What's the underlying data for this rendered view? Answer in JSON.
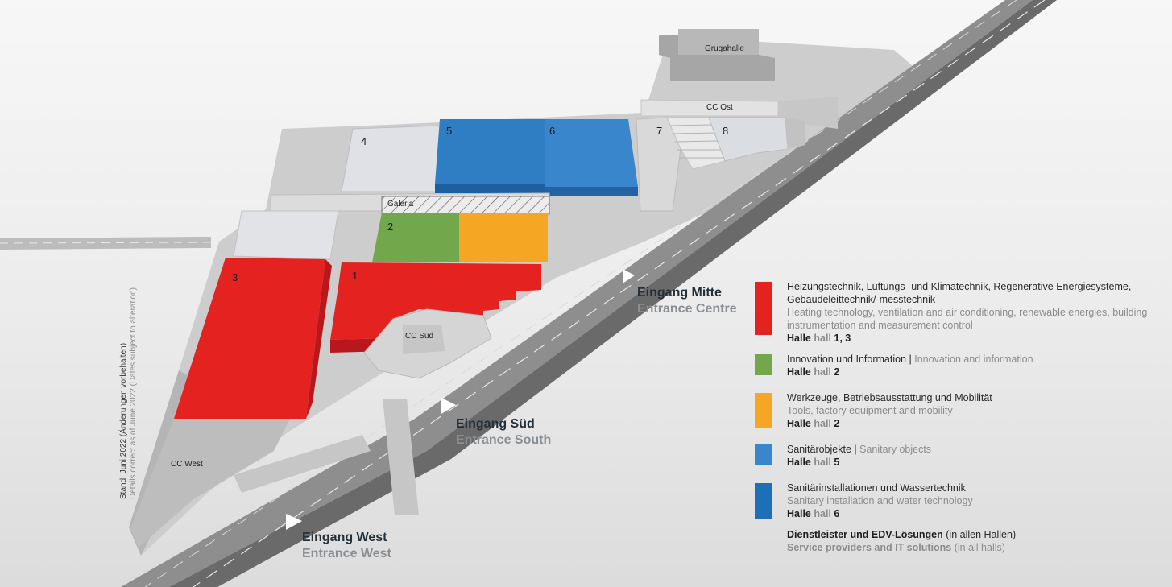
{
  "map": {
    "halls": {
      "hall_1": "1",
      "hall_2": "2",
      "hall_3": "3",
      "hall_4": "4",
      "hall_5": "5",
      "hall_6": "6",
      "hall_7": "7",
      "hall_8": "8"
    },
    "buildings": {
      "grugahalle": "Grugahalle",
      "cc_ost": "CC Ost",
      "cc_sued": "CC Süd",
      "cc_west": "CC West",
      "galeria": "Galeria"
    },
    "entrances": {
      "mitte": {
        "de": "Eingang Mitte",
        "en": "Entrance Centre"
      },
      "sued": {
        "de": "Eingang Süd",
        "en": "Entrance South"
      },
      "west": {
        "de": "Eingang West",
        "en": "Entrance West"
      }
    },
    "colors": {
      "red": "#e42320",
      "green": "#72a84b",
      "orange": "#f5a623",
      "blue": "#1e73be",
      "blue_light": "#3a86cc",
      "grey_hall": "#d4d7dd"
    }
  },
  "legend": {
    "items": [
      {
        "de": "Heizungstechnik, Lüftungs- und Klimatechnik, Regenerative Energiesysteme, Gebäudeleittechnik/-messtechnik",
        "en": "Heating technology, ventilation and air conditioning, renewable energies, building instrumentation and measurement control",
        "halle": "Halle",
        "hall": "hall",
        "num": "1, 3",
        "color": "#e42320"
      },
      {
        "de": "Innovation und Information |",
        "en": "Innovation and information",
        "halle": "Halle",
        "hall": "hall",
        "num": "2",
        "color": "#72a84b"
      },
      {
        "de": "Werkzeuge, Betriebsausstattung und Mobilität",
        "en": "Tools, factory equipment and mobility",
        "halle": "Halle",
        "hall": "hall",
        "num": "2",
        "color": "#f5a623"
      },
      {
        "de": "Sanitärobjekte |",
        "en": "Sanitary objects",
        "halle": "Halle",
        "hall": "hall",
        "num": "5",
        "color": "#3a86cc"
      },
      {
        "de": "Sanitärinstallationen und Wassertechnik",
        "en": "Sanitary installation and water technology",
        "halle": "Halle",
        "hall": "hall",
        "num": "6",
        "color": "#1e6fb8"
      }
    ],
    "services": {
      "de_bold": "Dienstleister und EDV-Lösungen",
      "de_rest": "(in allen Hallen)",
      "en_bold": "Service providers and IT solutions",
      "en_rest": "(in all halls)"
    }
  },
  "note": {
    "de": "Stand: Juni 2022 (Änderungen vorbehalten)",
    "en": "Details correct as of June 2022 (Dates subject to alteration)"
  }
}
